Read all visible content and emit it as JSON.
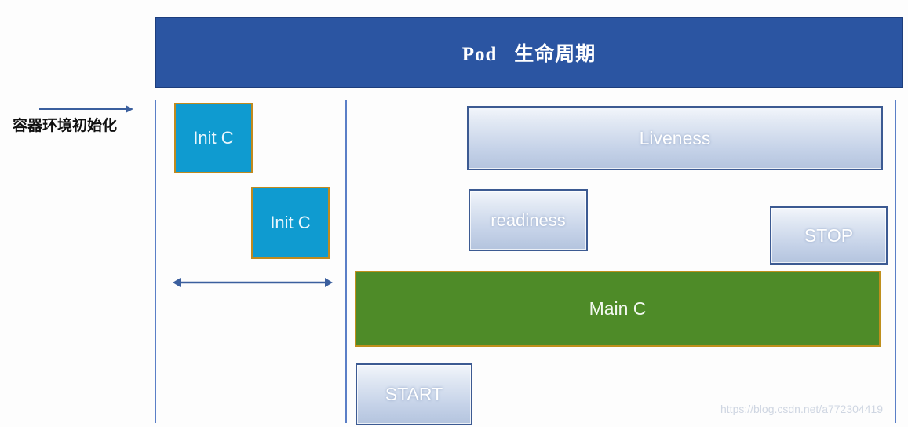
{
  "header": {
    "title": "Pod   生命周期"
  },
  "annotation": {
    "label": "容器环境初始化",
    "arrow_icon": "right-arrow-icon"
  },
  "init_containers": [
    {
      "label": "Init C"
    },
    {
      "label": "Init C"
    }
  ],
  "span_arrow": {
    "icon": "double-headed-arrow-icon"
  },
  "probes": {
    "liveness": "Liveness",
    "readiness": "readiness"
  },
  "lifecycle_hooks": {
    "start": "START",
    "stop": "STOP"
  },
  "main_container": {
    "label": "Main C"
  },
  "watermark": {
    "text": "https://blog.csdn.net/a772304419"
  },
  "colors": {
    "header_blue": "#2b55a2",
    "init_container_blue": "#0f9bd0",
    "init_container_border": "#c08a1e",
    "main_container_green": "#4e8b28",
    "main_container_border": "#bf8f1c",
    "probe_border": "#3c5a92",
    "rule_blue": "#5b7fc7"
  }
}
